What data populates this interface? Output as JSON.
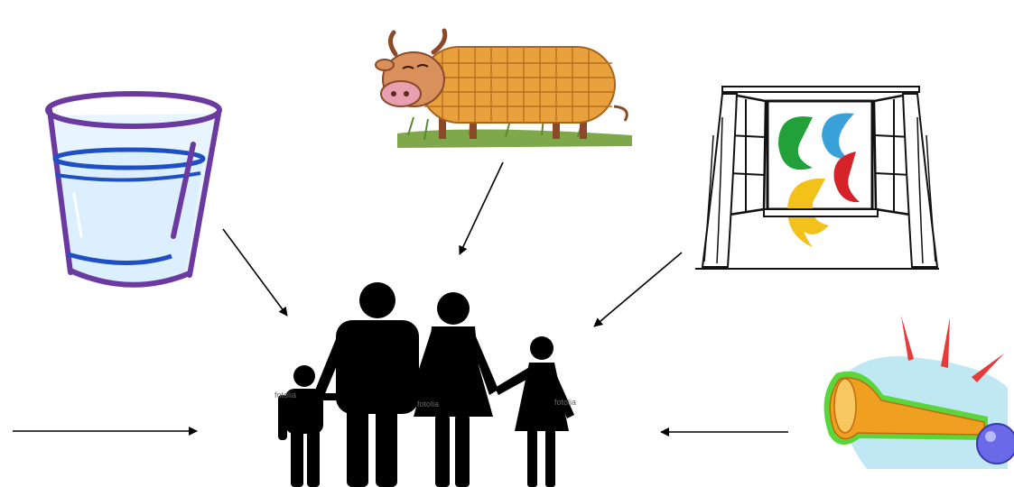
{
  "watermark": "fotolia",
  "illustrations": [
    {
      "name": "glass-of-water-icon",
      "depicts": "glass of water"
    },
    {
      "name": "corn-cow-icon",
      "depicts": "cow made of corn cob"
    },
    {
      "name": "open-window-icon",
      "depicts": "open window with colored fumes"
    },
    {
      "name": "horn-icon",
      "depicts": "loud horn"
    },
    {
      "name": "family-icon",
      "depicts": "family silhouette"
    }
  ],
  "colors": {
    "glass_outline": "#6a3aa0",
    "water": "#1e4fc4",
    "corn": "#e8a13c",
    "cow": "#c97a4a",
    "fume_green": "#22a13a",
    "fume_blue": "#3aa0d8",
    "fume_red": "#d4242a",
    "fume_yellow": "#f2c21a",
    "horn_bg": "#bfe8f2",
    "horn_glow": "#5bd63a",
    "horn_body": "#f0a020",
    "horn_bulb": "#6a6ae8",
    "family": "#000000",
    "arrow": "#000000"
  }
}
